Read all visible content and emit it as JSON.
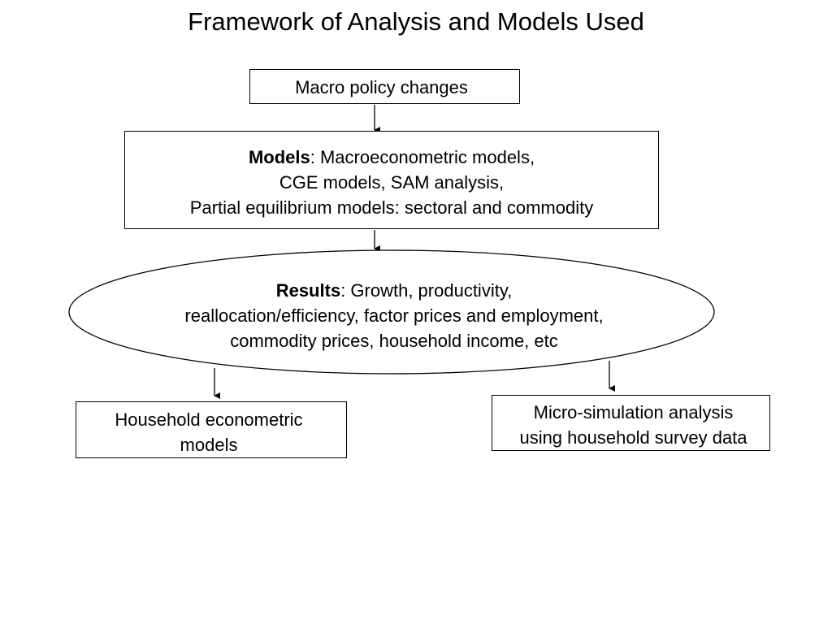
{
  "title": "Framework of Analysis and Models Used",
  "nodes": {
    "macro": {
      "text": "Macro policy changes"
    },
    "models": {
      "heading": "Models",
      "heading_suffix": ": Macroeconometric models,",
      "line2": "CGE models, SAM analysis,",
      "line3": "Partial equilibrium models: sectoral and commodity"
    },
    "results": {
      "heading": "Results",
      "heading_suffix": ": Growth, productivity,",
      "line2": "reallocation/efficiency, factor prices and employment,",
      "line3": "commodity prices, household income, etc"
    },
    "household": {
      "line1": "Household econometric",
      "line2": "models"
    },
    "micro": {
      "line1": "Micro-simulation analysis",
      "line2": "using household survey data"
    }
  },
  "edges": [
    {
      "from": "macro",
      "to": "models"
    },
    {
      "from": "models",
      "to": "results"
    },
    {
      "from": "results",
      "to": "household"
    },
    {
      "from": "results",
      "to": "micro"
    }
  ]
}
